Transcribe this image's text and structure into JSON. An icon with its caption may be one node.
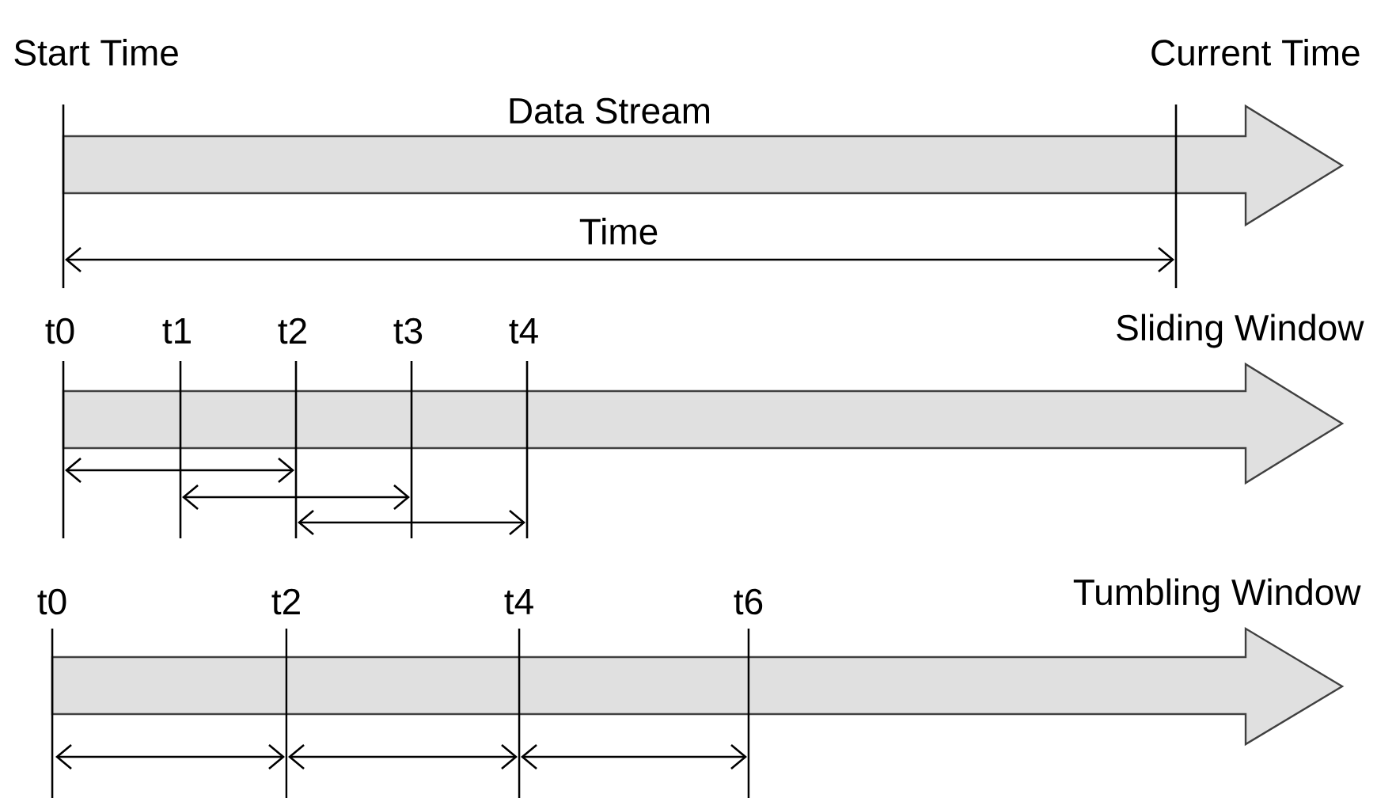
{
  "diagram": {
    "nodes": [
      {
        "text": [
          "Data Stream"
        ]
      },
      {
        "text": [
          "Sliding Window"
        ]
      },
      {
        "text": [
          "Tumbling Window"
        ]
      }
    ],
    "labels": [
      "Start Time",
      "Current Time",
      "Time",
      "t0",
      "t1",
      "t2",
      "t3",
      "t4",
      "t0",
      "t2",
      "t4",
      "t6"
    ]
  }
}
